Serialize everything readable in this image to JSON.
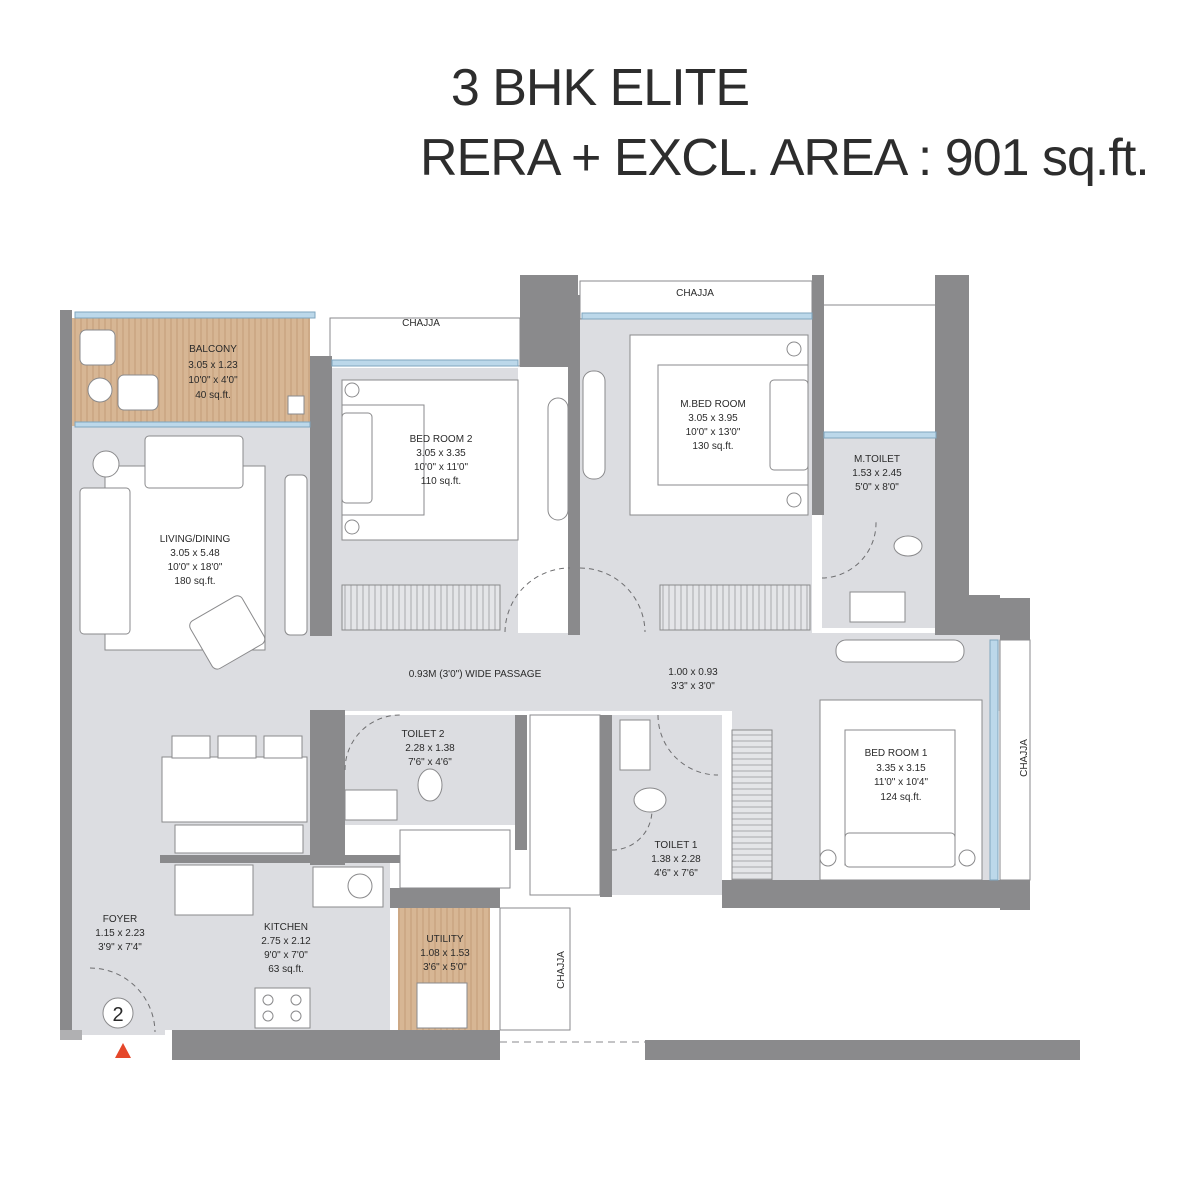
{
  "header": {
    "line1": "3 BHK ELITE",
    "line2": "RERA + EXCL. AREA : 901 sq.ft."
  },
  "rooms": {
    "balcony": {
      "name": "BALCONY",
      "metric": "3.05 x 1.23",
      "imperial": "10'0\" x 4'0\"",
      "area": "40 sq.ft."
    },
    "living": {
      "name": "LIVING/DINING",
      "metric": "3.05 x 5.48",
      "imperial": "10'0\" x 18'0\"",
      "area": "180 sq.ft."
    },
    "bed2": {
      "name": "BED ROOM 2",
      "metric": "3.05 x 3.35",
      "imperial": "10'0\" x 11'0\"",
      "area": "110 sq.ft."
    },
    "mbed": {
      "name": "M.BED ROOM",
      "metric": "3.05 x 3.95",
      "imperial": "10'0\" x 13'0\"",
      "area": "130 sq.ft."
    },
    "mtoilet": {
      "name": "M.TOILET",
      "metric": "1.53 x 2.45",
      "imperial": "5'0\" x 8'0\""
    },
    "toilet2": {
      "name": "TOILET 2",
      "metric": "2.28 x 1.38",
      "imperial": "7'6\" x 4'6\""
    },
    "toilet1": {
      "name": "TOILET 1",
      "metric": "1.38 x 2.28",
      "imperial": "4'6\" x 7'6\""
    },
    "bed1": {
      "name": "BED ROOM 1",
      "metric": "3.35 x 3.15",
      "imperial": "11'0\" x 10'4\"",
      "area": "124 sq.ft."
    },
    "foyer": {
      "name": "FOYER",
      "metric": "1.15 x 2.23",
      "imperial": "3'9\" x 7'4\""
    },
    "kitchen": {
      "name": "KITCHEN",
      "metric": "2.75 x 2.12",
      "imperial": "9'0\" x 7'0\"",
      "area": "63 sq.ft."
    },
    "utility": {
      "name": "UTILITY",
      "metric": "1.08 x 1.53",
      "imperial": "3'6\" x 5'0\""
    }
  },
  "labels": {
    "chajja_top_left": "CHAJJA",
    "chajja_top_right": "CHAJJA",
    "chajja_right": "CHAJJA",
    "chajja_bottom": "CHAJJA",
    "passage": "0.93M (3'0\") WIDE PASSAGE",
    "lobby_metric": "1.00 x 0.93",
    "lobby_imperial": "3'3\" x 3'0\"",
    "entry_number": "2"
  },
  "colors": {
    "wall": "#8a8a8c",
    "floor": "#dcdde1",
    "balcony_wood": "#d7b694",
    "window": "#bcd8ea",
    "entry_marker": "#e5472a"
  }
}
